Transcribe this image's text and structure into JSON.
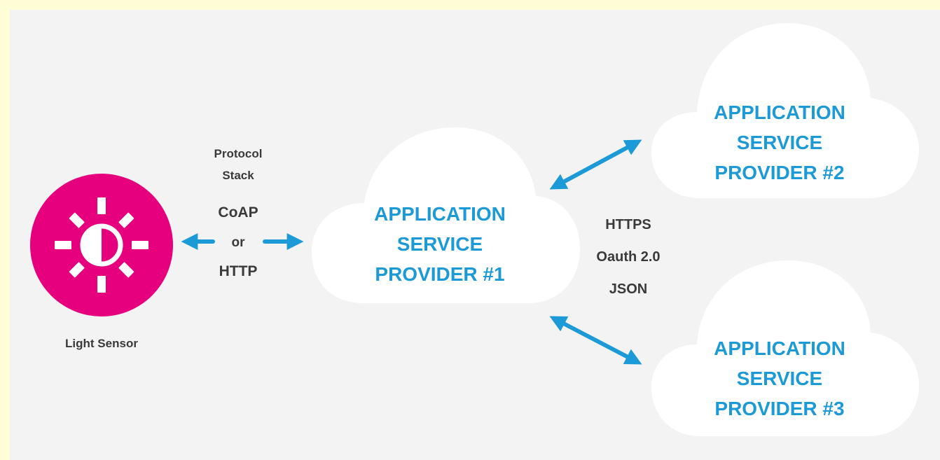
{
  "sensor": {
    "label": "Light Sensor",
    "icon": "sun-icon",
    "color": "#e6007e"
  },
  "protocol_stack": {
    "title_line1": "Protocol",
    "title_line2": "Stack",
    "option1": "CoAP",
    "connector": "or",
    "option2": "HTTP"
  },
  "providers": [
    {
      "line1": "APPLICATION",
      "line2": "SERVICE",
      "line3": "PROVIDER #1"
    },
    {
      "line1": "APPLICATION",
      "line2": "SERVICE",
      "line3": "PROVIDER #2"
    },
    {
      "line1": "APPLICATION",
      "line2": "SERVICE",
      "line3": "PROVIDER #3"
    }
  ],
  "api_stack": {
    "line1": "HTTPS",
    "line2": "Oauth 2.0",
    "line3": "JSON"
  },
  "colors": {
    "page_background": "#fffdd6",
    "panel_background": "#f3f3f3",
    "accent_blue": "#1c9ad8",
    "cloud_fill": "#ffffff",
    "sensor_magenta": "#e6007e",
    "text_dark": "#3a3a3a"
  }
}
